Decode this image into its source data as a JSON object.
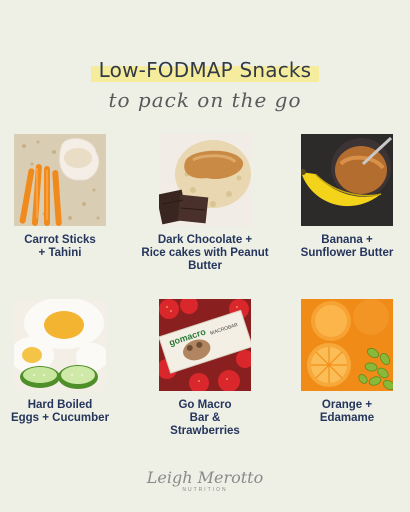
{
  "header": {
    "title": "Low-FODMAP Snacks",
    "subtitle": "to pack on the go"
  },
  "snacks": [
    {
      "lines": [
        "Carrot Sticks",
        "+ Tahini"
      ]
    },
    {
      "lines": [
        "Dark Chocolate +",
        "Rice cakes with Peanut",
        "Butter"
      ]
    },
    {
      "lines": [
        "Banana +",
        "Sunflower Butter"
      ]
    },
    {
      "lines": [
        "Hard Boiled",
        "Eggs + Cucumber"
      ]
    },
    {
      "lines": [
        "Go Macro",
        "Bar &",
        "Strawberries"
      ]
    },
    {
      "lines": [
        "Orange +",
        "Edamame"
      ]
    }
  ],
  "bar_wrapper": {
    "brand": "gomacro",
    "product": "MACROBAR"
  },
  "footer": {
    "logo_script": "Leigh Merotto",
    "logo_sub": "NUTRITION"
  },
  "colors": {
    "background": "#eef0e6",
    "label_text": "#25355c",
    "title_highlight": "#f5ec9e"
  }
}
